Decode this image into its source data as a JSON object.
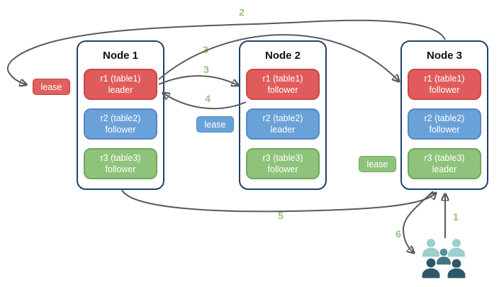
{
  "nodes": [
    {
      "title": "Node 1",
      "replicas": [
        {
          "name": "r1 (table1)",
          "role": "leader",
          "color": "red"
        },
        {
          "name": "r2 (table2)",
          "role": "follower",
          "color": "blue"
        },
        {
          "name": "r3 (table3)",
          "role": "follower",
          "color": "green"
        }
      ]
    },
    {
      "title": "Node 2",
      "replicas": [
        {
          "name": "r1 (table1)",
          "role": "follower",
          "color": "red"
        },
        {
          "name": "r2 (table2)",
          "role": "leader",
          "color": "blue"
        },
        {
          "name": "r3 (table3)",
          "role": "follower",
          "color": "green"
        }
      ]
    },
    {
      "title": "Node 3",
      "replicas": [
        {
          "name": "r1 (table1)",
          "role": "follower",
          "color": "red"
        },
        {
          "name": "r2 (table2)",
          "role": "follower",
          "color": "blue"
        },
        {
          "name": "r3 (table3)",
          "role": "leader",
          "color": "green"
        }
      ]
    }
  ],
  "leases": [
    {
      "label": "lease",
      "color": "red"
    },
    {
      "label": "lease",
      "color": "blue"
    },
    {
      "label": "lease",
      "color": "green"
    }
  ],
  "step_labels": [
    "1",
    "2",
    "3",
    "3",
    "4",
    "5",
    "6"
  ],
  "edges": [
    {
      "step": "1",
      "from": "users",
      "to": "Node 3 (gateway)"
    },
    {
      "step": "2",
      "from": "Node 3",
      "to": "lease at Node 1 r1 leader"
    },
    {
      "step": "3",
      "from": "Node 1 r1 leader",
      "to": "Node 3 r1 follower"
    },
    {
      "step": "3",
      "from": "Node 1 r1 leader",
      "to": "Node 2 r1 follower"
    },
    {
      "step": "4",
      "from": "Node 2 r1 follower",
      "to": "Node 1 r1 leader"
    },
    {
      "step": "5",
      "from": "Node 1",
      "to": "Node 3"
    },
    {
      "step": "6",
      "from": "Node 3",
      "to": "users"
    }
  ],
  "colors": {
    "node_border": "#20406a",
    "replica_red": "#e05c5c",
    "replica_blue": "#6aa1d8",
    "replica_green": "#8fc37b",
    "arrow": "#595959",
    "step_number": "#92c47c",
    "users_back": "#9bcecd",
    "users_middle": "#4f929b",
    "users_front": "#2d586a"
  },
  "icons": {
    "users": "users-group-icon"
  }
}
